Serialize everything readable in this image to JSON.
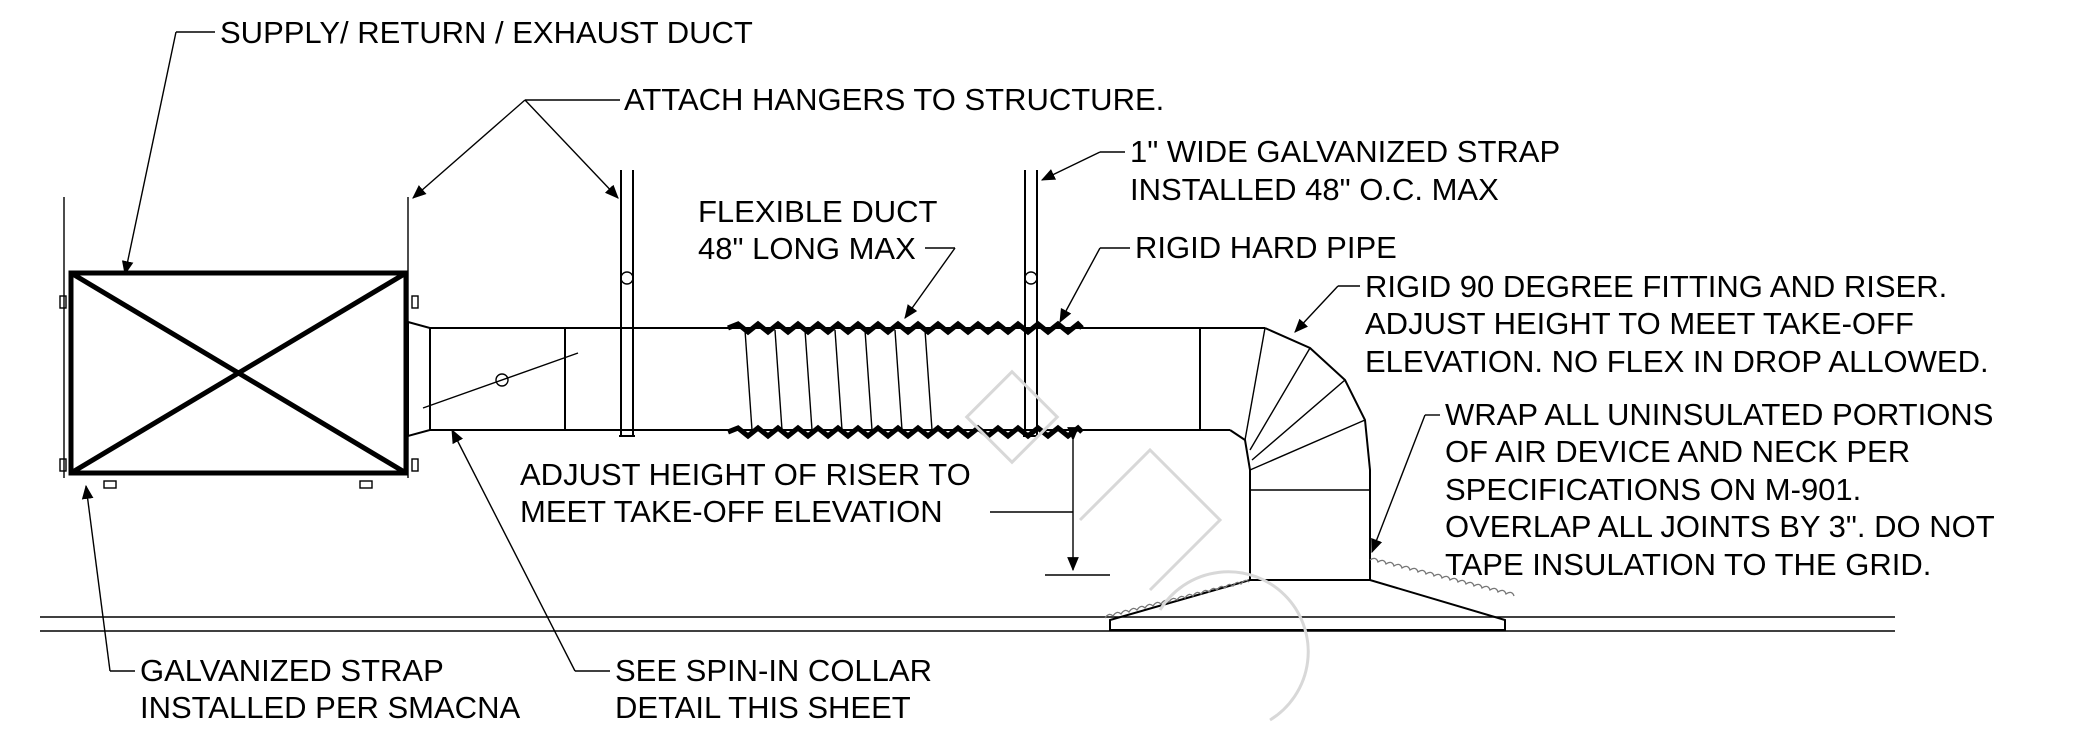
{
  "notes": {
    "duct_type": "SUPPLY/ RETURN / EXHAUST DUCT",
    "attach_hangers": "ATTACH HANGERS TO STRUCTURE.",
    "strap_1": "1\" WIDE GALVANIZED STRAP",
    "strap_2": "INSTALLED 48\" O.C. MAX",
    "flex_1": "FLEXIBLE DUCT",
    "flex_2": "48\" LONG MAX",
    "rigid_pipe": "RIGID HARD PIPE",
    "fitting_1": "RIGID 90 DEGREE FITTING AND RISER.",
    "fitting_2": "ADJUST HEIGHT TO MEET TAKE-OFF",
    "fitting_3": "ELEVATION. NO FLEX IN DROP ALLOWED.",
    "wrap_1": "WRAP ALL UNINSULATED PORTIONS",
    "wrap_2": "OF AIR DEVICE AND NECK PER",
    "wrap_3": "SPECIFICATIONS ON M-901.",
    "wrap_4": "OVERLAP ALL JOINTS BY 3\". DO NOT",
    "wrap_5": "TAPE INSULATION TO THE GRID.",
    "riser_1": "ADJUST HEIGHT OF RISER TO",
    "riser_2": "MEET TAKE-OFF ELEVATION",
    "galv_1": "GALVANIZED STRAP",
    "galv_2": "INSTALLED PER SMACNA",
    "spin_1": "SEE SPIN-IN COLLAR",
    "spin_2": "DETAIL THIS SHEET"
  }
}
